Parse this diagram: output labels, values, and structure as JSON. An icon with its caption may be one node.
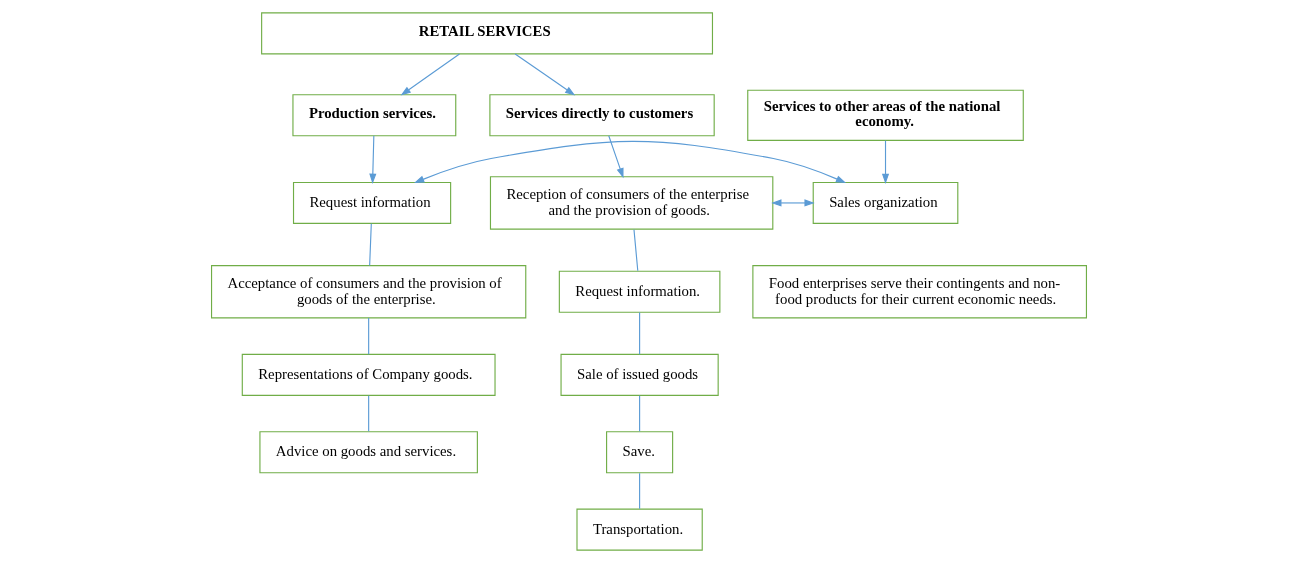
{
  "diagram": {
    "nodes": [
      {
        "text": [
          "RETAIL SERVICES"
        ]
      },
      {
        "text": [
          "Production services."
        ]
      },
      {
        "text": [
          "Services to other areas of the national economy."
        ]
      },
      {
        "text": [
          "Services directly to customers"
        ]
      },
      {
        "text": [
          "Request information"
        ]
      },
      {
        "text": [
          "Sales organization"
        ]
      },
      {
        "text": [
          "Reception of consumers of the enterprise and the provision of goods."
        ]
      },
      {
        "text": [
          "Acceptance of consumers and the provision of goods of the enterprise."
        ]
      },
      {
        "text": [
          "Representations of Company goods."
        ]
      },
      {
        "text": [
          "Advice on goods and services."
        ]
      },
      {
        "text": [
          "Food enterprises serve their contingents and non-food products for their current economic needs."
        ]
      },
      {
        "text": [
          "Request information."
        ]
      },
      {
        "text": [
          "Sale of issued goods"
        ]
      },
      {
        "text": [
          "Save."
        ]
      },
      {
        "text": [
          "Transportation."
        ]
      }
    ],
    "edges": [
      {
        "from": 0,
        "to": 1,
        "arrow": "to"
      },
      {
        "from": 0,
        "to": 3,
        "arrow": "to"
      },
      {
        "from": 1,
        "to": 4,
        "arrow": "to"
      },
      {
        "from": 2,
        "to": 5,
        "arrow": "to"
      },
      {
        "from": 3,
        "to": 6,
        "arrow": "to"
      },
      {
        "from": 4,
        "to": 5,
        "arrow": "both"
      },
      {
        "from": 5,
        "to": 6,
        "arrow": "both"
      },
      {
        "from": 4,
        "to": 7,
        "arrow": "none"
      },
      {
        "from": 7,
        "to": 8,
        "arrow": "none"
      },
      {
        "from": 8,
        "to": 9,
        "arrow": "none"
      },
      {
        "from": 6,
        "to": 11,
        "arrow": "none"
      },
      {
        "from": 11,
        "to": 12,
        "arrow": "none"
      },
      {
        "from": 12,
        "to": 13,
        "arrow": "none"
      },
      {
        "from": 13,
        "to": 14,
        "arrow": "none"
      }
    ]
  }
}
